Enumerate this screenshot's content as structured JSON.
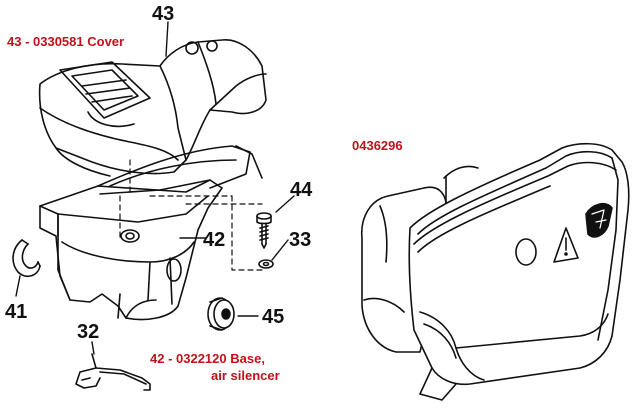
{
  "callouts": {
    "n43": "43",
    "n44": "44",
    "n33": "33",
    "n42": "42",
    "n41": "41",
    "n45": "45",
    "n32": "32"
  },
  "part_labels": {
    "cover": "43 - 0330581 Cover",
    "kit": "0436296",
    "base_line1": "42 - 0322120 Base,",
    "base_line2": "air silencer"
  },
  "colors": {
    "label_red": "#c0121a",
    "ink": "#111111"
  }
}
